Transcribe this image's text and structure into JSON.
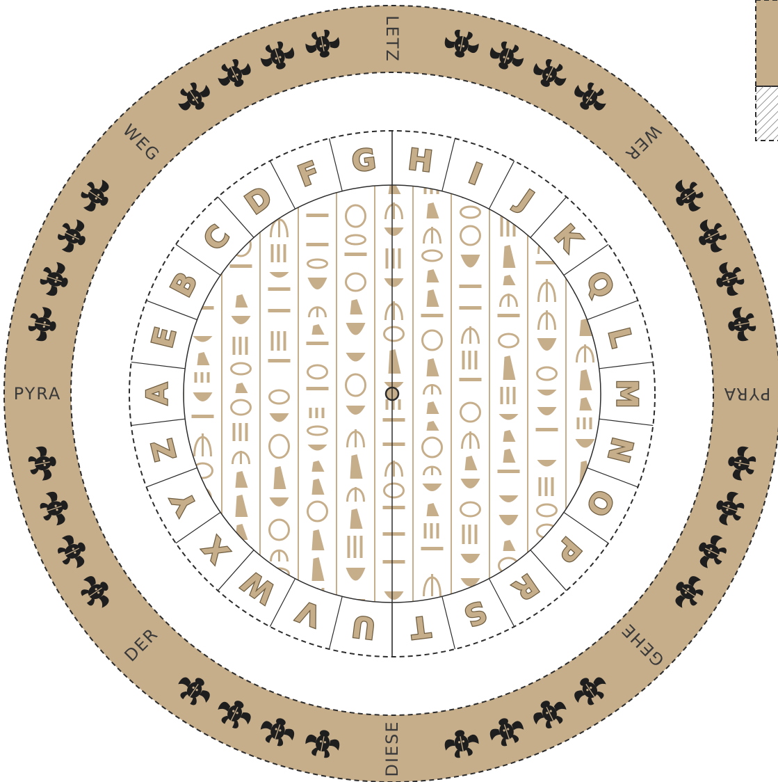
{
  "colors": {
    "ring_fill": "#c6ae8b",
    "ink": "#3a3a3a",
    "glyph": "#c6ae8b",
    "letter_outline": "#6e5c3f",
    "background": "#ffffff"
  },
  "outer_ring": {
    "words": [
      "LETZ",
      "WER",
      "PYRA",
      "GEHE",
      "DIESE",
      "DER",
      "PYRA",
      "WEG"
    ],
    "ornament_icon": "scarab-icon"
  },
  "inner_wheel": {
    "letters": [
      "H",
      "I",
      "J",
      "K",
      "Q",
      "L",
      "M",
      "N",
      "O",
      "P",
      "R",
      "S",
      "T",
      "U",
      "V",
      "W",
      "X",
      "Y",
      "Z",
      "A",
      "E",
      "B",
      "C",
      "D",
      "F",
      "G"
    ],
    "center_icon": "pivot-hole-icon",
    "panel_icon": "hieroglyph-panel-icon"
  },
  "corner_fragment": {
    "icon": "hatched-tab-icon"
  }
}
